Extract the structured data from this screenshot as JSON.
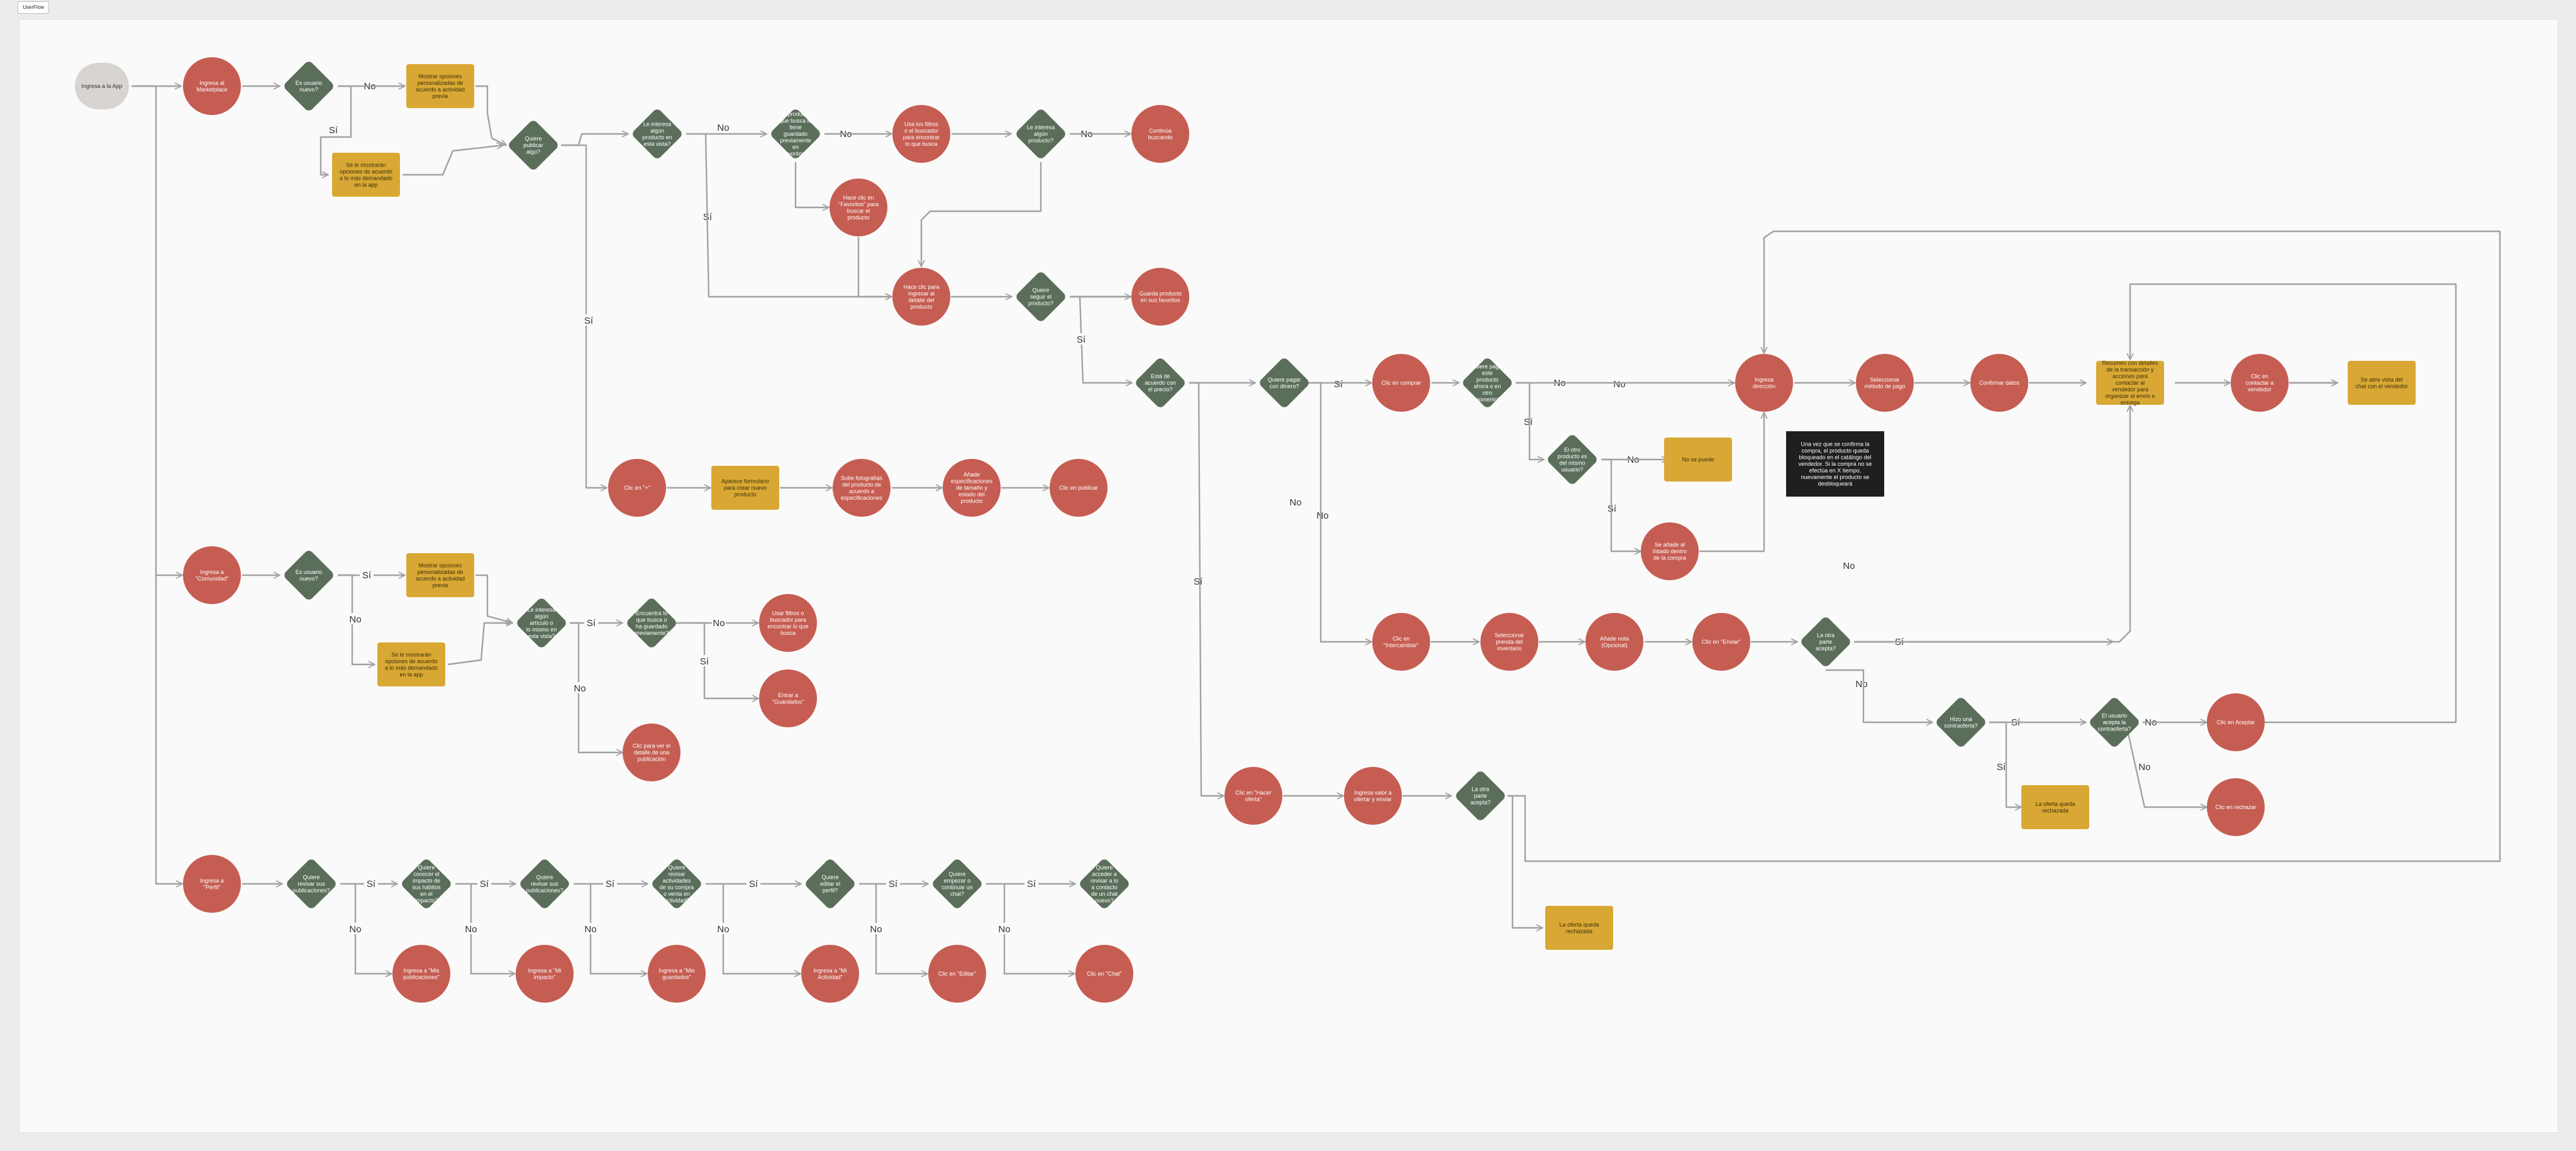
{
  "tab_label": "UserFlow",
  "colors": {
    "circle": "#c65d52",
    "diamond": "#5b6e5a",
    "rect": "#d9a834",
    "start": "#d8d4cf",
    "note": "#1f1f1f",
    "edge": "#a2a2a2"
  },
  "nodes": [
    {
      "id": "n_start",
      "kind": "start",
      "text": "Ingresa a la App"
    },
    {
      "id": "n_mkt",
      "kind": "circle",
      "text": "Ingresa al Marketplace"
    },
    {
      "id": "d_nuevo1",
      "kind": "diamond",
      "text": "Es usuario nuevo?"
    },
    {
      "id": "r_mostrar1",
      "kind": "rect",
      "text": "Mostrar opciones personalizadas de acuerdo a actividad previa"
    },
    {
      "id": "r_sugerir1",
      "kind": "rect",
      "text": "Se le mostrarán opciones de acuerdo a lo más demandado en la app"
    },
    {
      "id": "d_gusta",
      "kind": "diamond",
      "text": "Quiere publicar algo?"
    },
    {
      "id": "d_busca_esp",
      "kind": "diamond",
      "text": "Le interesa algún producto en esta vista?"
    },
    {
      "id": "d_guardado",
      "kind": "diamond",
      "text": "El producto que busca lo tiene guardado previamente en favoritos?"
    },
    {
      "id": "c_filtros",
      "kind": "circle",
      "text": "Usa los filtros o el buscador para encontrar lo que busca"
    },
    {
      "id": "d_interesa2",
      "kind": "diamond",
      "text": "Le interesa algún producto?"
    },
    {
      "id": "c_continua",
      "kind": "circle",
      "text": "Continúa buscando"
    },
    {
      "id": "c_favoritos",
      "kind": "circle",
      "text": "Hace clic en \"Favoritos\" para buscar el producto"
    },
    {
      "id": "c_detalle",
      "kind": "circle",
      "text": "Hace clic para ingresar al detalle del producto"
    },
    {
      "id": "d_seguir",
      "kind": "diamond",
      "text": "Quiere seguir el producto?"
    },
    {
      "id": "c_guarda",
      "kind": "circle",
      "text": "Guarda producto en sus favoritos"
    },
    {
      "id": "d_precio",
      "kind": "diamond",
      "text": "Está de acuerdo con el precio?"
    },
    {
      "id": "d_dinero",
      "kind": "diamond",
      "text": "Quiere pagar con dinero?"
    },
    {
      "id": "c_comprar",
      "kind": "circle",
      "text": "Clic en comprar"
    },
    {
      "id": "d_pagar",
      "kind": "diamond",
      "text": "Quiere pagar este producto ahora o en otro momento?"
    },
    {
      "id": "c_selec",
      "kind": "circle",
      "text": "Ingresa dirección"
    },
    {
      "id": "c_metodo",
      "kind": "circle",
      "text": "Seleccionar método de pago"
    },
    {
      "id": "c_confirma",
      "kind": "circle",
      "text": "Confirmar datos"
    },
    {
      "id": "r_resumen",
      "kind": "rect",
      "text": "Resumen con detalles de la transacción y acciones para contactar al vendedor para organizar el envío o entrega"
    },
    {
      "id": "c_contactar",
      "kind": "circle",
      "text": "Clic en contactar a vendedor"
    },
    {
      "id": "r_chat",
      "kind": "rect",
      "text": "Se abre vista del chat con el vendedor"
    },
    {
      "id": "d_otro",
      "kind": "diamond",
      "text": "El otro producto es del mismo usuario?"
    },
    {
      "id": "r_nopuede",
      "kind": "rect",
      "text": "No se puede"
    },
    {
      "id": "c_agrega",
      "kind": "circle",
      "text": "Se añade al listado dentro de la compra"
    },
    {
      "id": "note",
      "kind": "note",
      "text": "Una vez que se confirma la compra, el producto queda bloqueado en el catálogo del vendedor. Si la compra no se efectúa en X tiempo, nuevamente el producto se desbloqueará"
    },
    {
      "id": "c_intercambiar",
      "kind": "circle",
      "text": "Clic en \"Intercambiar\""
    },
    {
      "id": "c_selinter",
      "kind": "circle",
      "text": "Seleccionar prenda del inventario"
    },
    {
      "id": "c_anade",
      "kind": "circle",
      "text": "Añade nota (Opcional)"
    },
    {
      "id": "c_enviar",
      "kind": "circle",
      "text": "Clic en \"Enviar\""
    },
    {
      "id": "d_oferta1",
      "kind": "diamond",
      "text": "La otra parte acepta?"
    },
    {
      "id": "d_contra",
      "kind": "diamond",
      "text": "Hizo una contraoferta?"
    },
    {
      "id": "d_acepta",
      "kind": "diamond",
      "text": "El usuario acepta la contraoferta?"
    },
    {
      "id": "c_aceptar",
      "kind": "circle",
      "text": "Clic en Aceptar"
    },
    {
      "id": "c_rechazar",
      "kind": "circle",
      "text": "Clic en rechazar"
    },
    {
      "id": "r_rechazada1",
      "kind": "rect",
      "text": "La oferta queda rechazada"
    },
    {
      "id": "c_hacer",
      "kind": "circle",
      "text": "Clic en \"Hacer oferta\""
    },
    {
      "id": "c_ingresa_valor",
      "kind": "circle",
      "text": "Ingresa valor a ofertar y enviar"
    },
    {
      "id": "d_oferta2",
      "kind": "diamond",
      "text": "La otra parte acepta?"
    },
    {
      "id": "r_rechazada2",
      "kind": "rect",
      "text": "La oferta queda rechazada"
    },
    {
      "id": "c_plus",
      "kind": "circle",
      "text": "Clic en \"+\""
    },
    {
      "id": "r_formulario",
      "kind": "rect",
      "text": "Aparece formulario para crear nuevo producto"
    },
    {
      "id": "c_fotos",
      "kind": "circle",
      "text": "Sube fotografías del producto de acuerdo a especificaciones"
    },
    {
      "id": "c_especif",
      "kind": "circle",
      "text": "Añade especificaciones de tamaño y estado del producto"
    },
    {
      "id": "c_publicar",
      "kind": "circle",
      "text": "Clic en publicar"
    },
    {
      "id": "c_comunidad",
      "kind": "circle",
      "text": "Ingresa a \"Comunidad\""
    },
    {
      "id": "d_nuevo2",
      "kind": "diamond",
      "text": "Es usuario nuevo?"
    },
    {
      "id": "r_mostrar2",
      "kind": "rect",
      "text": "Mostrar opciones personalizadas de acuerdo a actividad previa"
    },
    {
      "id": "r_sugerir2",
      "kind": "rect",
      "text": "Se le mostrarán opciones de acuerdo a lo más demandado en la app"
    },
    {
      "id": "d_interes3",
      "kind": "diamond",
      "text": "Le interesa algún artículo o lo mismo en esta vista?"
    },
    {
      "id": "d_encuentra",
      "kind": "diamond",
      "text": "Encuentra lo que busca o ha guardado previamente?"
    },
    {
      "id": "c_usar_filtros",
      "kind": "circle",
      "text": "Usar filtros o buscador para encontrar lo que busca"
    },
    {
      "id": "c_entrar_guardados",
      "kind": "circle",
      "text": "Entrar a \"Guardados\""
    },
    {
      "id": "c_ver_detalle",
      "kind": "circle",
      "text": "Clic para ver el detalle de una publicación"
    },
    {
      "id": "c_perfil",
      "kind": "circle",
      "text": "Ingresa a \"Perfil\""
    },
    {
      "id": "d_p1",
      "kind": "diamond",
      "text": "Quiere revisar sus publicaciones?"
    },
    {
      "id": "c_p1",
      "kind": "circle",
      "text": "Ingresa a \"Mis publicaciones\""
    },
    {
      "id": "d_p2",
      "kind": "diamond",
      "text": "Quiere conocer el impacto de sus hábitos en el impacto?"
    },
    {
      "id": "c_p2",
      "kind": "circle",
      "text": "Ingresa a \"Mi impacto\""
    },
    {
      "id": "d_p3",
      "kind": "diamond",
      "text": "Quiere revisar sus publicaciones?"
    },
    {
      "id": "c_p3",
      "kind": "circle",
      "text": "Ingresa a \"Mis guardados\""
    },
    {
      "id": "d_p4",
      "kind": "diamond",
      "text": "Quiere revisar actividades de su compra o venta en actividad?"
    },
    {
      "id": "c_p4",
      "kind": "circle",
      "text": "Ingresa a \"Mi Actividad\""
    },
    {
      "id": "d_p5",
      "kind": "diamond",
      "text": "Quiere editar el perfil?"
    },
    {
      "id": "c_p5",
      "kind": "circle",
      "text": "Clic en \"Editar\""
    },
    {
      "id": "d_p6",
      "kind": "diamond",
      "text": "Quiere empezar o continuar un chat?"
    },
    {
      "id": "c_p6",
      "kind": "circle",
      "text": "Clic en \"Chat\""
    },
    {
      "id": "d_p7",
      "kind": "diamond",
      "text": "Quiere acceder a revisar a lo a contacto de un chat nuevo?"
    }
  ],
  "edges": [
    {
      "label": "No"
    },
    {
      "label": "Sí"
    },
    {
      "label": "No"
    },
    {
      "label": "No"
    },
    {
      "label": "No"
    },
    {
      "label": "Sí"
    },
    {
      "label": "Sí"
    },
    {
      "label": "Sí"
    },
    {
      "label": "No"
    },
    {
      "label": "Sí"
    },
    {
      "label": "Sí"
    },
    {
      "label": "Sí"
    },
    {
      "label": "No"
    },
    {
      "label": "Sí"
    },
    {
      "label": "No"
    },
    {
      "label": "No"
    },
    {
      "label": "No"
    },
    {
      "label": "Sí"
    },
    {
      "label": "Sí"
    },
    {
      "label": "No"
    },
    {
      "label": "Sí"
    },
    {
      "label": "No"
    },
    {
      "label": "Sí"
    },
    {
      "label": "No"
    },
    {
      "label": "Sí"
    },
    {
      "label": "No"
    },
    {
      "label": "No"
    },
    {
      "label": "Sí"
    },
    {
      "label": "No"
    },
    {
      "label": "Sí"
    },
    {
      "label": "No"
    },
    {
      "label": "Sí"
    },
    {
      "label": "No"
    },
    {
      "label": "Sí"
    },
    {
      "label": "No"
    },
    {
      "label": "Sí"
    },
    {
      "label": "No"
    },
    {
      "label": "Sí"
    },
    {
      "label": "No"
    },
    {
      "label": "Sí"
    },
    {
      "label": "No"
    },
    {
      "label": "Sí"
    },
    {
      "label": "No"
    },
    {
      "label": "No"
    },
    {
      "label": "Sí"
    }
  ]
}
